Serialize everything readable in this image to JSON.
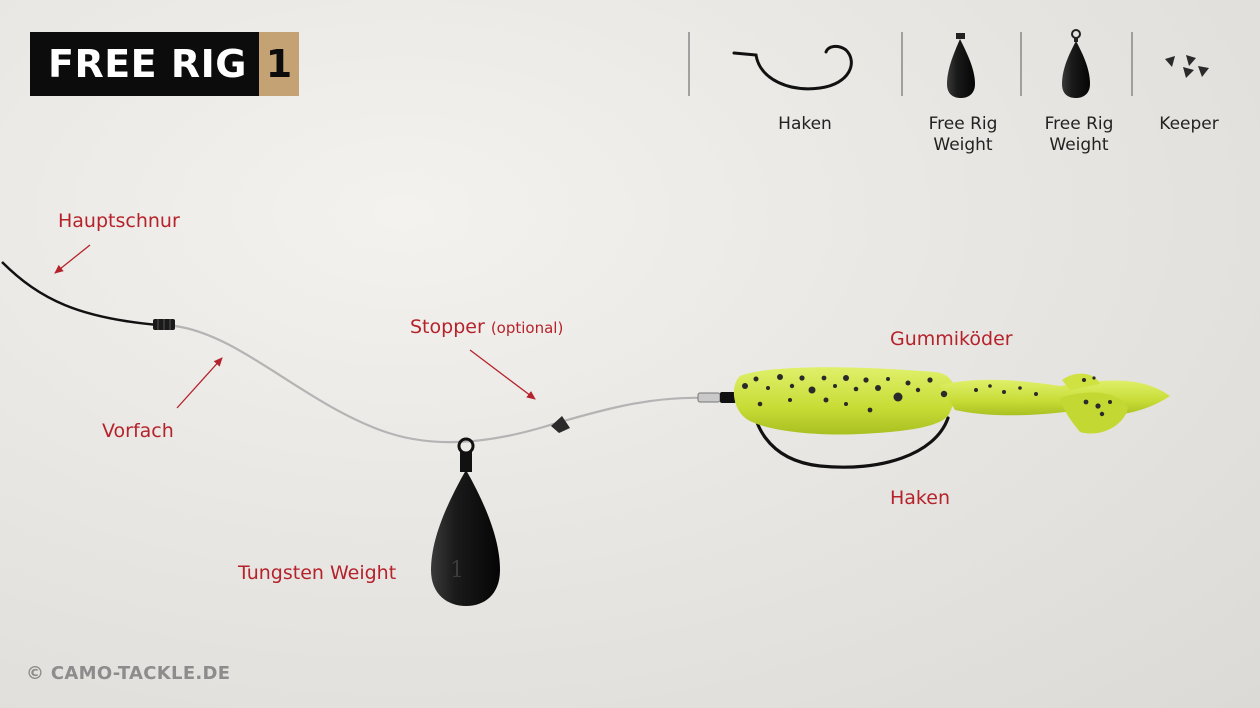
{
  "title": {
    "main": "FREE RIG",
    "number": "1"
  },
  "legend": {
    "items": [
      {
        "label": "Haken",
        "icon": "hook-icon"
      },
      {
        "label": "Free Rig Weight",
        "icon": "free-rig-weight-icon"
      },
      {
        "label": "Free Rig Weight",
        "icon": "free-rig-weight-eyelet-icon"
      },
      {
        "label": "Keeper",
        "icon": "keeper-beads-icon"
      }
    ]
  },
  "labels": {
    "hauptschnur": "Hauptschnur",
    "vorfach": "Vorfach",
    "stopper": "Stopper",
    "stopper_note": "(optional)",
    "gummikoeder": "Gummiköder",
    "haken": "Haken",
    "tungsten_weight": "Tungsten Weight",
    "weight_mark": "1"
  },
  "copyright": "© CAMO-TACKLE.DE",
  "colors": {
    "accent_red": "#b5222b",
    "brand_tan": "#c4a274",
    "lure_green": "#c8dc36",
    "line_gray": "#b4b4b4"
  }
}
